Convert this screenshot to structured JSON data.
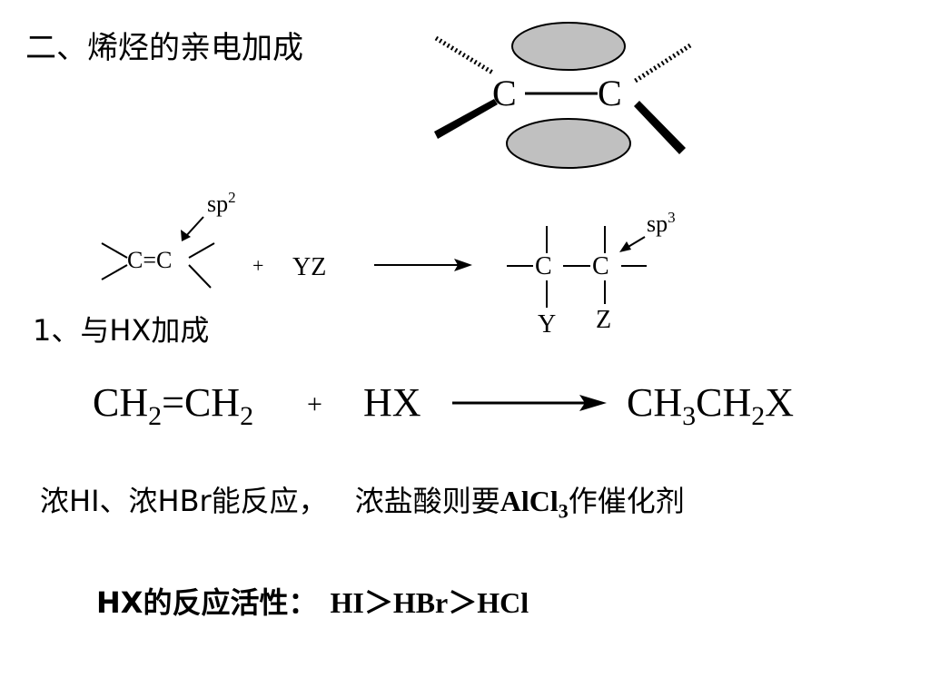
{
  "heading": "二、烯烃的亲电加成",
  "orbital_diagram": {
    "carbon_left": "C",
    "carbon_right": "C"
  },
  "general_reaction": {
    "reactant_alkene": "C=C",
    "hybrid_before": "sp",
    "hybrid_before_exp": "2",
    "plus": "+",
    "reagent": "YZ",
    "product_c1": "C",
    "product_c2": "C",
    "product_y": "Y",
    "product_z": "Z",
    "hybrid_after": "sp",
    "hybrid_after_exp": "3"
  },
  "section_1": "1、与HX加成",
  "hx_equation": {
    "ch_a": "CH",
    "sub_a": "2",
    "eq_ch": "=CH",
    "sub_b": "2",
    "plus": "+",
    "reagent": "HX",
    "prod_ch": "CH",
    "sub_c": "3",
    "prod_ch2": "CH",
    "sub_d": "2",
    "prod_x": "X"
  },
  "note": {
    "part1": "浓HI、浓HBr能反应，",
    "part2": "浓盐酸则要",
    "catalyst": "AlCl",
    "catalyst_sub": "3",
    "part3": "作催化剂"
  },
  "activity": {
    "label": "HX的反应活性：",
    "order": "HI＞HBr＞HCl"
  }
}
